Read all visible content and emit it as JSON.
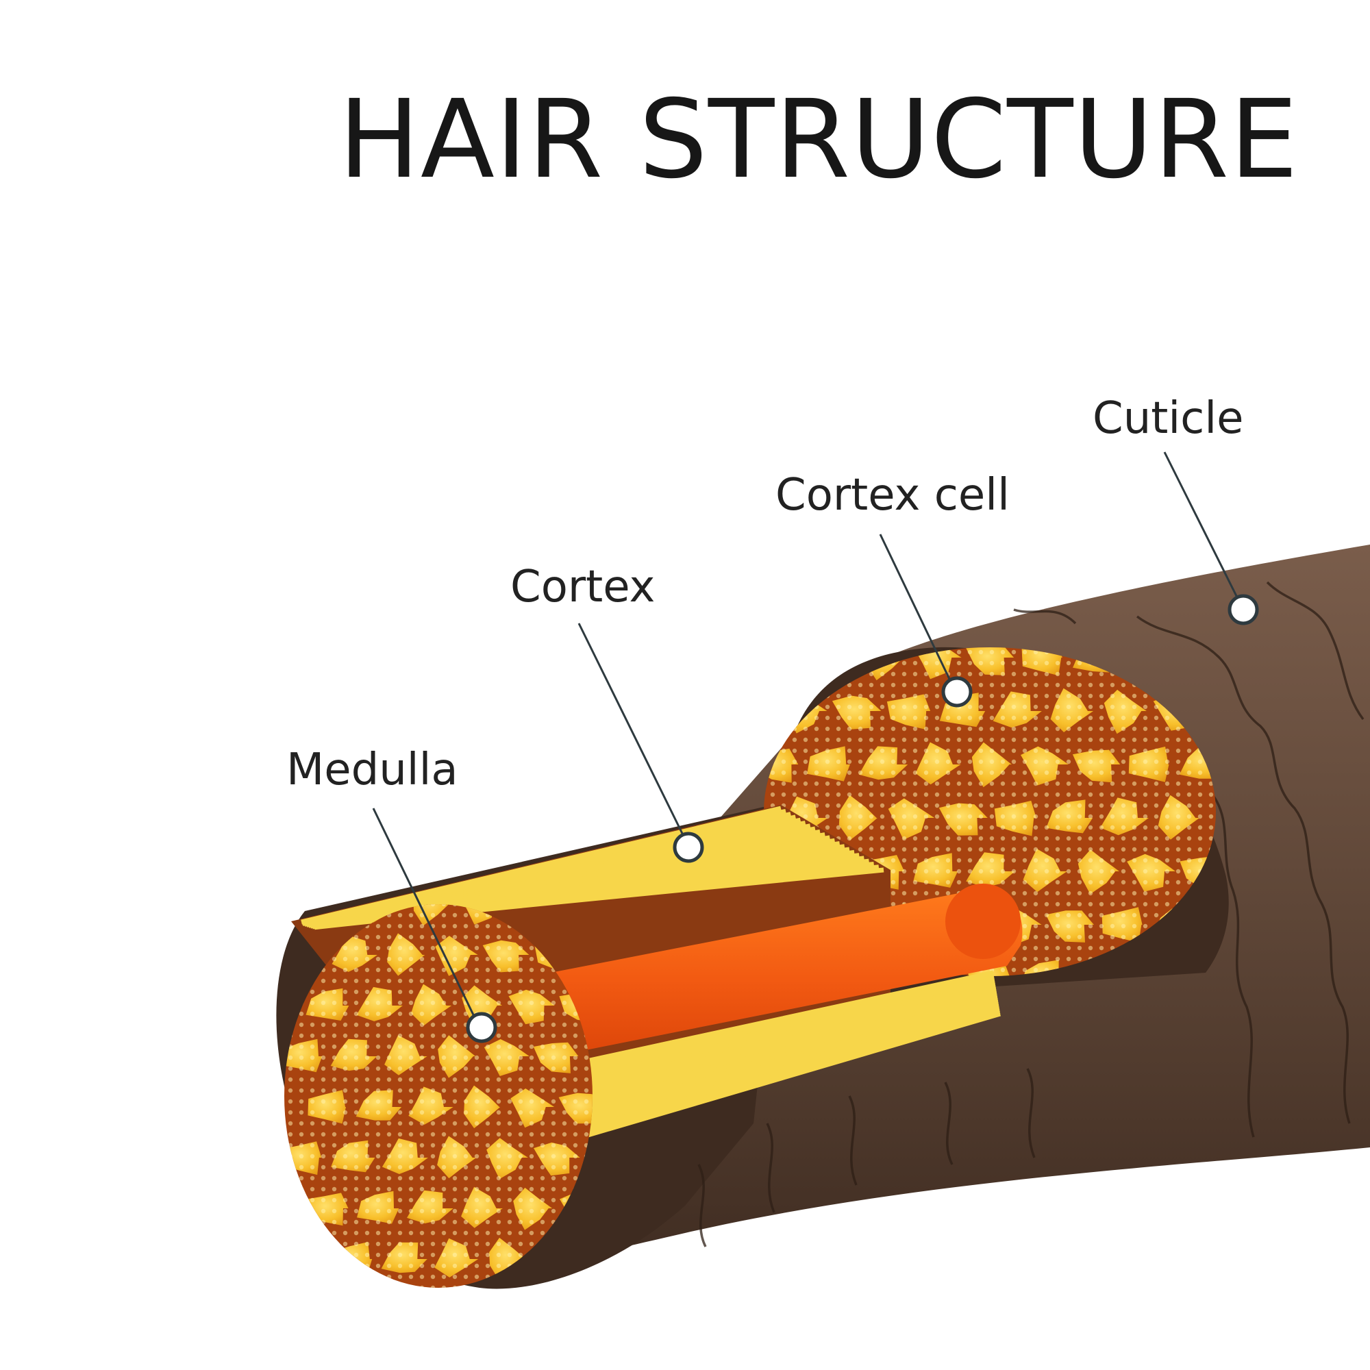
{
  "title": "HAIR STRUCTURE",
  "labels": {
    "cuticle": "Cuticle",
    "cortex_cell": "Cortex cell",
    "cortex": "Cortex",
    "medulla": "Medulla"
  },
  "colors": {
    "cuticle_brown": "#5e4637",
    "cuticle_dark": "#3e2b20",
    "cortex_cell_yellow": "#f7c02a",
    "cortex_gap": "#b04b10",
    "medulla_orange": "#f25a12",
    "fiber_yellow": "#f7d64a",
    "fiber_dark": "#8a3a12",
    "leader_line": "#2e3a3f"
  }
}
